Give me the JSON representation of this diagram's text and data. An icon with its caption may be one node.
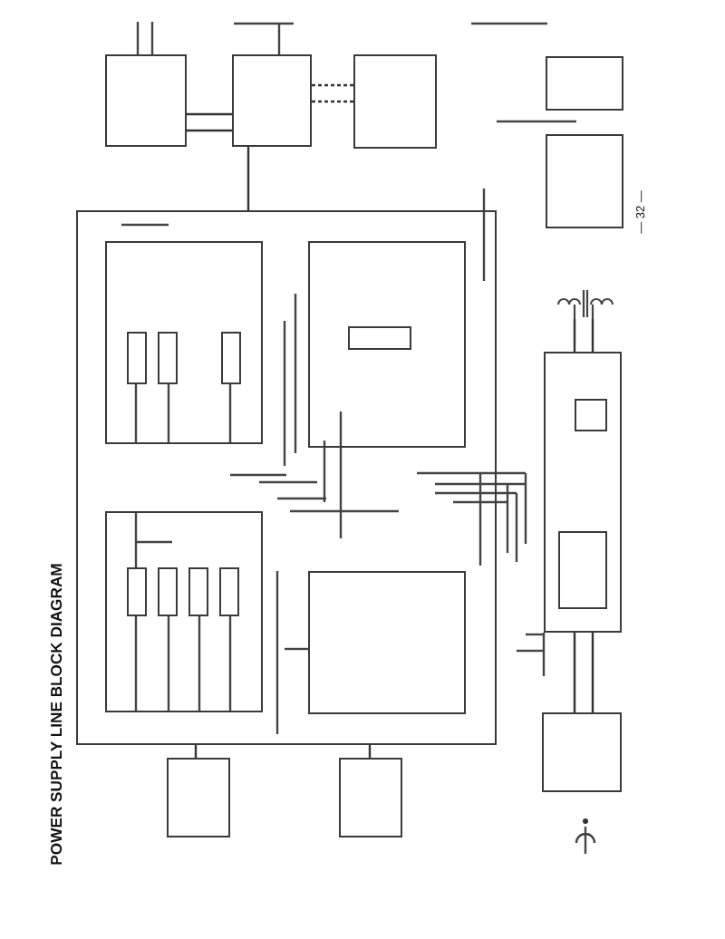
{
  "diagram": {
    "title": "POWER SUPPLY LINE BLOCK DIAGRAM",
    "nodes": [
      {
        "text": [],
        "shape": "box"
      },
      {
        "text": [],
        "shape": "box"
      },
      {
        "text": [],
        "shape": "box"
      },
      {
        "text": [],
        "shape": "box"
      },
      {
        "text": [],
        "shape": "box"
      },
      {
        "text": [],
        "shape": "box"
      },
      {
        "text": [],
        "shape": "box",
        "in": 5
      },
      {
        "text": [],
        "shape": "box",
        "in": 6
      },
      {
        "text": [],
        "shape": "box",
        "in": 6
      },
      {
        "text": [],
        "shape": "box",
        "in": 6
      },
      {
        "text": [],
        "shape": "box",
        "in": 5
      },
      {
        "text": [],
        "shape": "box",
        "in": 10
      },
      {
        "text": [],
        "shape": "picture"
      },
      {
        "text": [],
        "shape": "box"
      },
      {
        "text": [],
        "shape": "box",
        "in": 13
      },
      {
        "text": [],
        "shape": "box",
        "in": 13
      },
      {
        "text": [],
        "shape": "box",
        "in": 5
      },
      {
        "text": [],
        "shape": "box",
        "in": 16
      },
      {
        "text": [],
        "shape": "box",
        "in": 16
      },
      {
        "text": [],
        "shape": "box",
        "in": 16
      },
      {
        "text": [],
        "shape": "box",
        "in": 16
      },
      {
        "text": [],
        "shape": "box",
        "in": 5
      },
      {
        "text": [],
        "shape": "box"
      },
      {
        "text": [],
        "shape": "box"
      },
      {
        "text": [],
        "shape": "box"
      }
    ],
    "edges": [
      {
        "from": 0,
        "to": 1,
        "arrow": "none"
      },
      {
        "from": 0,
        "to": 1,
        "arrow": "none"
      },
      {
        "from": 1,
        "to": 2,
        "arrow": "none",
        "style": "dashed"
      },
      {
        "from": 1,
        "to": 2,
        "arrow": "none",
        "style": "dashed"
      },
      {
        "from": 1,
        "to": 5,
        "arrow": "none"
      },
      {
        "from": 12,
        "to": 13,
        "arrow": "none"
      },
      {
        "from": 12,
        "to": 13,
        "arrow": "none"
      },
      {
        "from": 13,
        "to": 22,
        "arrow": "none"
      },
      {
        "from": 13,
        "to": 22,
        "arrow": "none"
      },
      {
        "from": 23,
        "to": 5,
        "arrow": "none"
      },
      {
        "from": 24,
        "to": 5,
        "arrow": "none"
      }
    ],
    "labels": [
      "— 32 —"
    ]
  }
}
